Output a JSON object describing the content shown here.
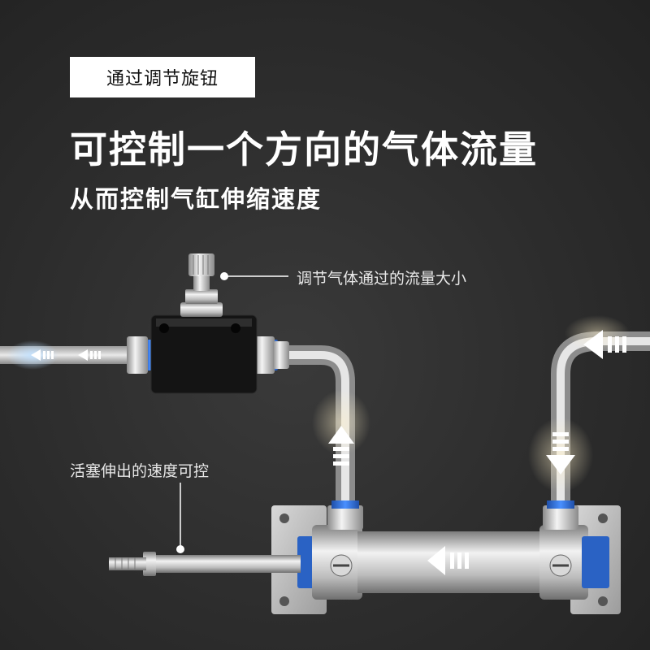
{
  "tag": {
    "label": "通过调节旋钮"
  },
  "headline": {
    "text": "可控制一个方向的气体流量"
  },
  "subline": {
    "text": "从而控制气缸伸缩速度"
  },
  "callouts": {
    "flow_adjust": "调节气体通过的流量大小",
    "piston_speed": "活塞伸出的速度可控"
  },
  "colors": {
    "background": "#2c2c2c",
    "fitting_blue": "#2a6fd6",
    "tag_bg": "#ffffff"
  }
}
